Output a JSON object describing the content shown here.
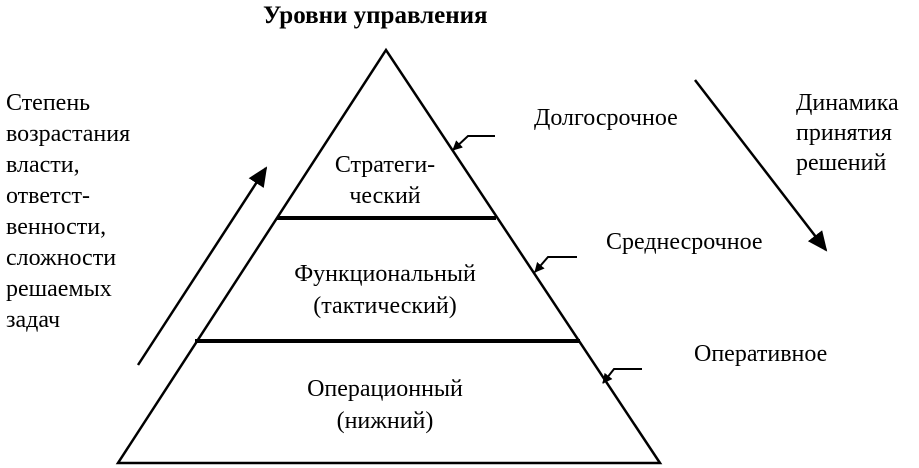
{
  "title": "Уровни управления",
  "left_label": [
    "Степень",
    "возрастания",
    "власти,",
    "ответст-",
    "венности,",
    "сложности",
    "решаемых",
    "задач"
  ],
  "right_label": [
    "Динамика",
    "принятия",
    "решений"
  ],
  "levels": [
    {
      "name": [
        "Стратеги-",
        "ческий"
      ],
      "horizon": "Долгосрочное"
    },
    {
      "name": [
        "Функциональный",
        "(тактический)"
      ],
      "horizon": "Среднесрочное"
    },
    {
      "name": [
        "Операционный",
        "(нижний)"
      ],
      "horizon": "Оперативное"
    }
  ]
}
